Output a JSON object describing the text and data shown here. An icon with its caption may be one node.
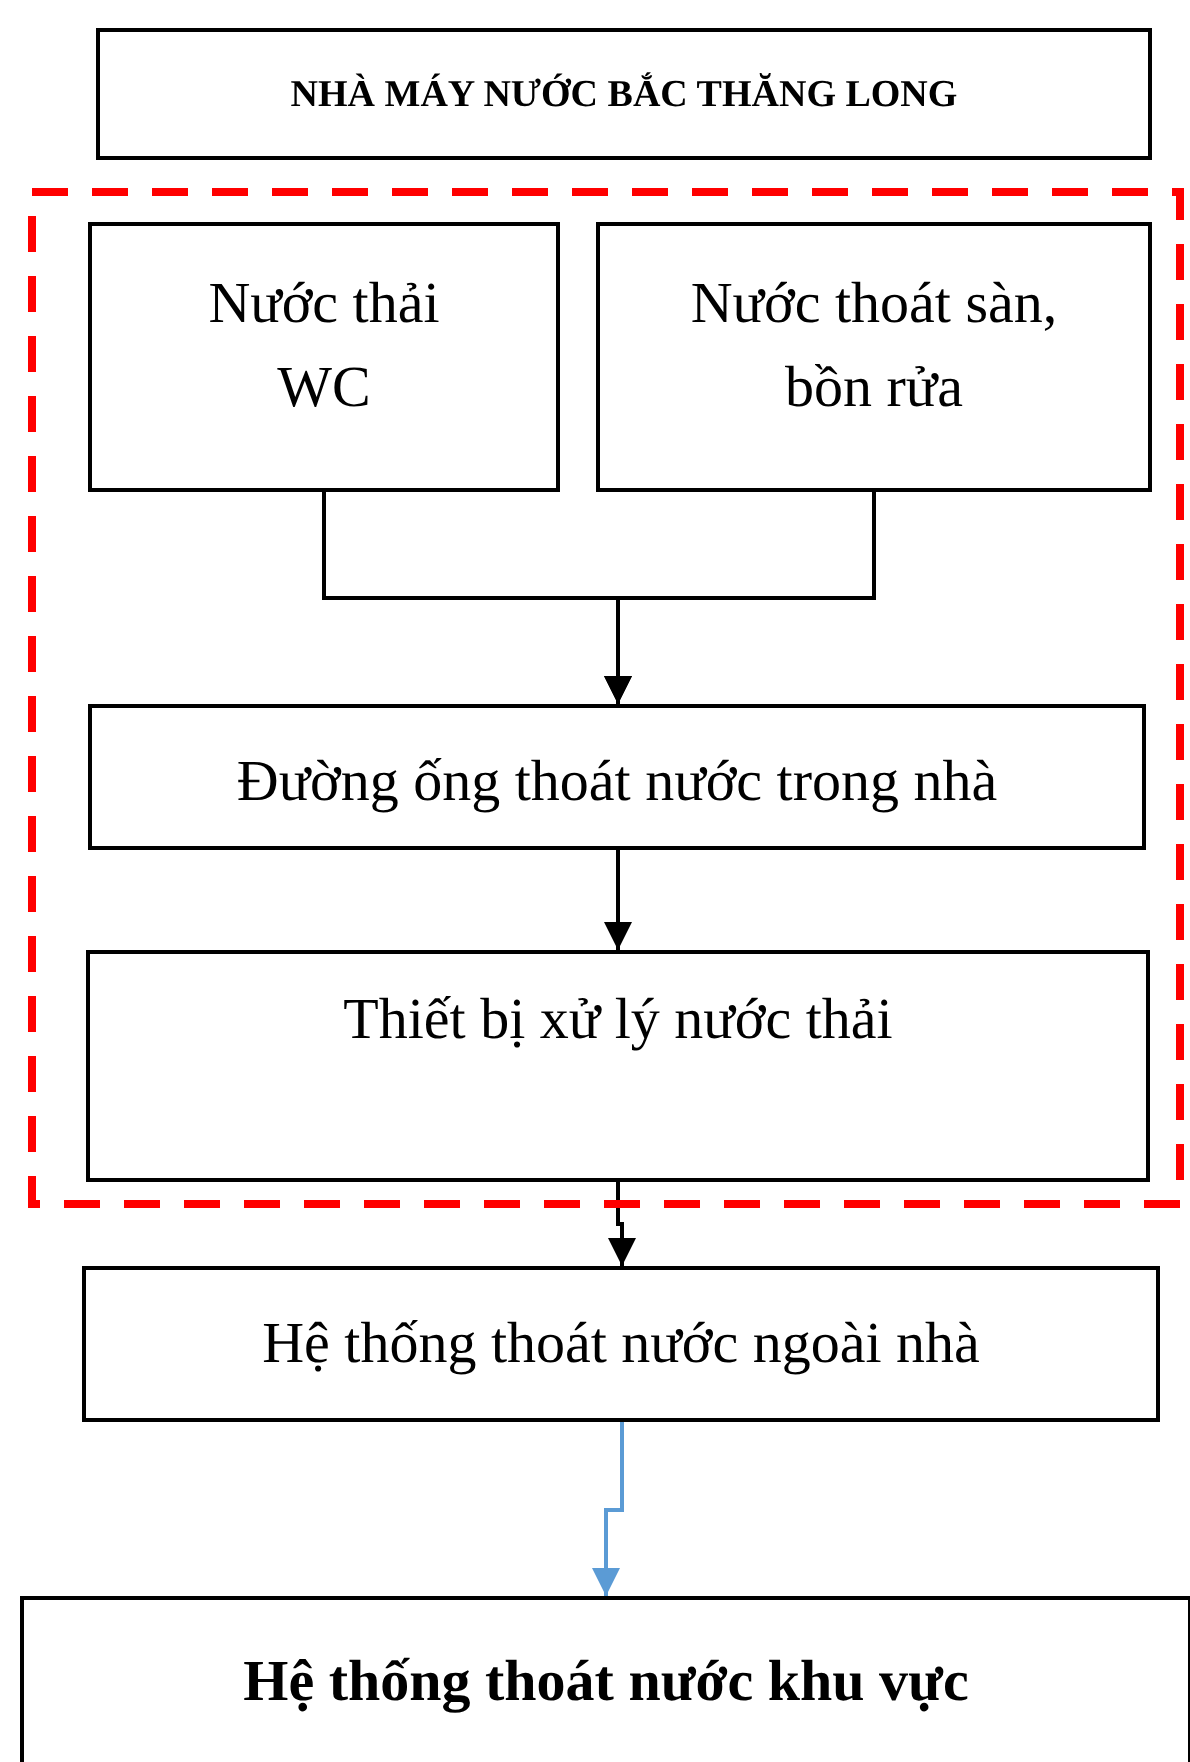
{
  "diagram": {
    "nodes": [
      {
        "text": [
          "NHÀ MÁY NƯỚC BẮC THĂNG LONG"
        ]
      },
      {
        "text": [],
        "shape": "box"
      },
      {
        "text": [
          "Nước thải WC"
        ],
        "in": 1
      },
      {
        "text": [
          "Nước thoát sàn, bồn rửa"
        ],
        "in": 1
      },
      {
        "text": [
          "Đường ống thoát nước trong nhà"
        ],
        "in": 1
      },
      {
        "text": [
          "Thiết bị xử lý nước thải"
        ],
        "in": 1
      },
      {
        "text": [
          "Hệ thống thoát nước ngoài nhà"
        ]
      },
      {
        "text": [
          "Hệ thống thoát nước khu vực"
        ]
      }
    ],
    "edges": [
      {
        "from": 2,
        "to": 4,
        "arrow": "to"
      },
      {
        "from": 3,
        "to": 4,
        "arrow": "to"
      },
      {
        "from": 4,
        "to": 5,
        "arrow": "to"
      },
      {
        "from": 5,
        "to": 6,
        "arrow": "to"
      },
      {
        "from": 6,
        "to": 7,
        "arrow": "to",
        "color": "#5b9bd5"
      }
    ]
  }
}
